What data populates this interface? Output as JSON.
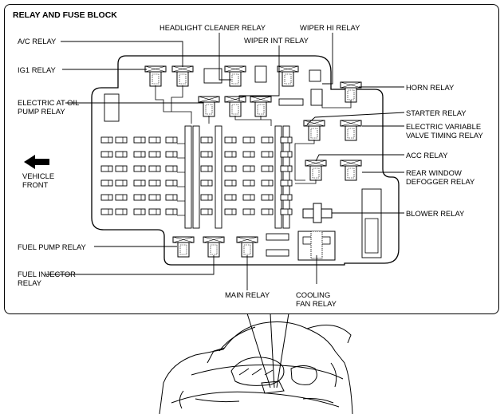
{
  "title": "RELAY AND FUSE BLOCK",
  "labels": {
    "ac_relay": "A/C RELAY",
    "ig1_relay": "IG1 RELAY",
    "electric_at_oil_pump_relay_1": "ELECTRIC AT OIL",
    "electric_at_oil_pump_relay_2": "PUMP RELAY",
    "vehicle_front_1": "VEHICLE",
    "vehicle_front_2": "FRONT",
    "fuel_pump_relay": "FUEL PUMP RELAY",
    "fuel_injector_relay_1": "FUEL INJECTOR",
    "fuel_injector_relay_2": "RELAY",
    "headlight_cleaner_relay": "HEADLIGHT CLEANER RELAY",
    "wiper_hi_relay": "WIPER HI RELAY",
    "wiper_int_relay": "WIPER INT RELAY",
    "horn_relay": "HORN RELAY",
    "starter_relay": "STARTER RELAY",
    "electric_variable_valve_timing_relay_1": "ELECTRIC VARIABLE",
    "electric_variable_valve_timing_relay_2": "VALVE TIMING RELAY",
    "acc_relay": "ACC RELAY",
    "rear_window_defogger_relay_1": "REAR WINDOW",
    "rear_window_defogger_relay_2": "DEFOGGER RELAY",
    "blower_relay": "BLOWER RELAY",
    "main_relay": "MAIN RELAY",
    "cooling_fan_relay_1": "COOLING",
    "cooling_fan_relay_2": "FAN RELAY"
  },
  "icons": {
    "arrow": "vehicle-front-arrow-icon",
    "car": "car-engine-bay-icon"
  },
  "colors": {
    "line": "#000000",
    "background": "#ffffff"
  }
}
